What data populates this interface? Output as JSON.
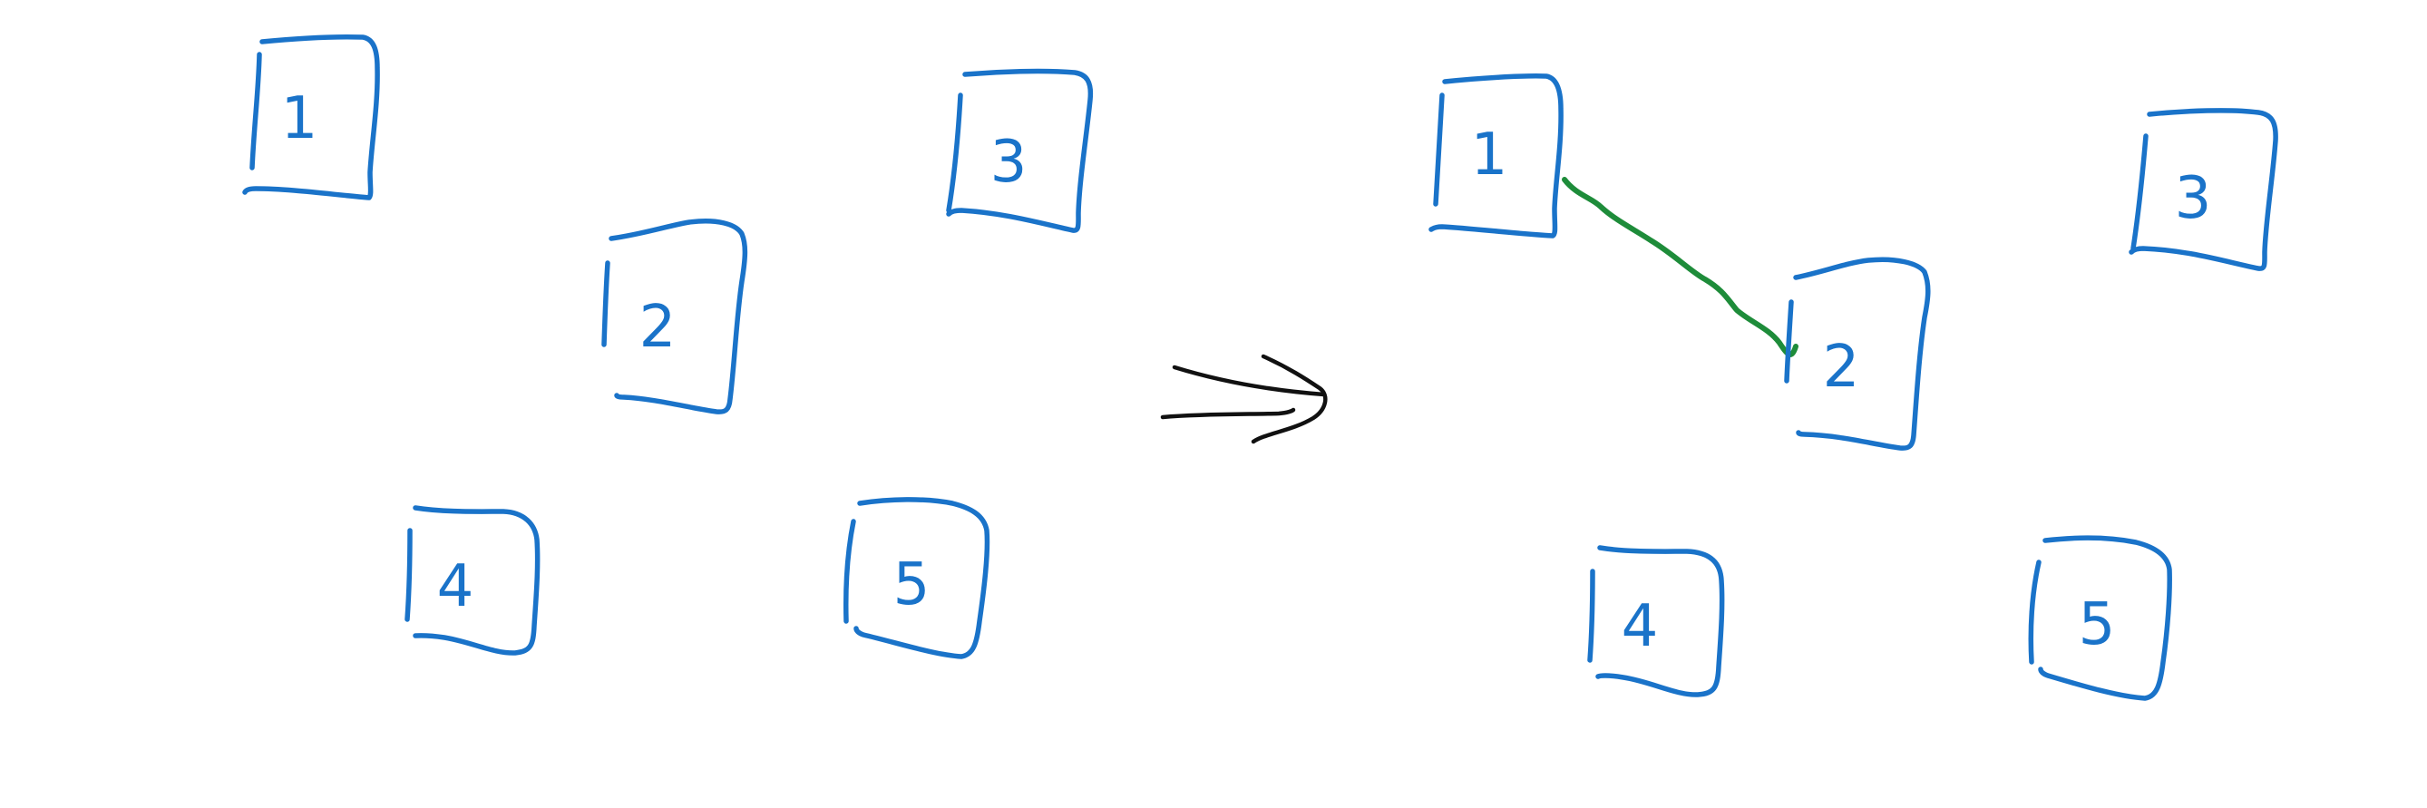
{
  "colors": {
    "box": "#1a73c9",
    "edge": "#1e8c3a",
    "arrow": "#111111",
    "background": "#ffffff"
  },
  "diagram": {
    "before": {
      "nodes": [
        {
          "id": "b1",
          "label": "1"
        },
        {
          "id": "b2",
          "label": "2"
        },
        {
          "id": "b3",
          "label": "3"
        },
        {
          "id": "b4",
          "label": "4"
        },
        {
          "id": "b5",
          "label": "5"
        }
      ],
      "edges": []
    },
    "transition": {
      "label": ""
    },
    "after": {
      "nodes": [
        {
          "id": "a1",
          "label": "1"
        },
        {
          "id": "a2",
          "label": "2"
        },
        {
          "id": "a3",
          "label": "3"
        },
        {
          "id": "a4",
          "label": "4"
        },
        {
          "id": "a5",
          "label": "5"
        }
      ],
      "edges": [
        {
          "from": "a1",
          "to": "a2"
        }
      ]
    }
  }
}
